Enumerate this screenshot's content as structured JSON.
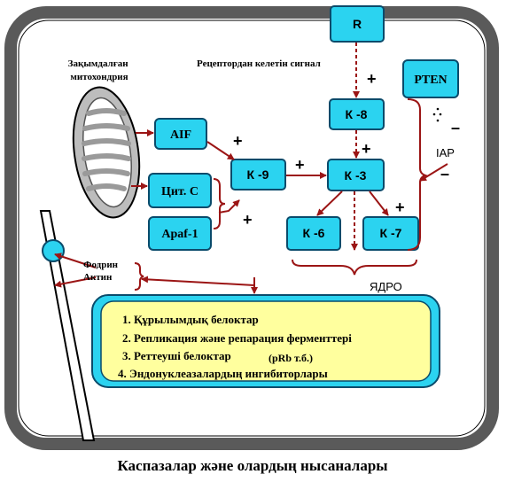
{
  "colors": {
    "cell_wall": "#5a5a5a",
    "node_fill": "#2bd3f0",
    "node_stroke": "#0a4b6b",
    "arrow": "#9b1515",
    "bracket": "#9b1515",
    "nucleus_fill": "#ffff9e",
    "mito_gray": "#9a9a9a"
  },
  "labels": {
    "mitochondria": "Зақымдалған\nмитохондрия",
    "receptor_signal": "Рецептордан келетін сигнал",
    "fodrin": "Фодрин",
    "actin": "Актин",
    "nucleus": "ЯДРО",
    "iap": "IAP",
    "caption": "Каспазалар және олардың нысаналары"
  },
  "nodes": {
    "R": "R",
    "PTEN": "PTEN",
    "AIF": "AIF",
    "cytc": "Цит. С",
    "apaf": "Apaf-1",
    "k9": "К -9",
    "k8": "К -8",
    "k3": "К -3",
    "k6": "К -6",
    "k7": "К -7"
  },
  "signs": {
    "plus": "+",
    "minus": "–"
  },
  "targets": [
    "1. Құрылымдық белоктар",
    "2. Репликация және репарация ферменттері",
    "3.  Реттеуші белоктар",
    "4. Эндонуклеазалардың   ингибиторлары"
  ],
  "target3_note": "(pRb т.б.)"
}
